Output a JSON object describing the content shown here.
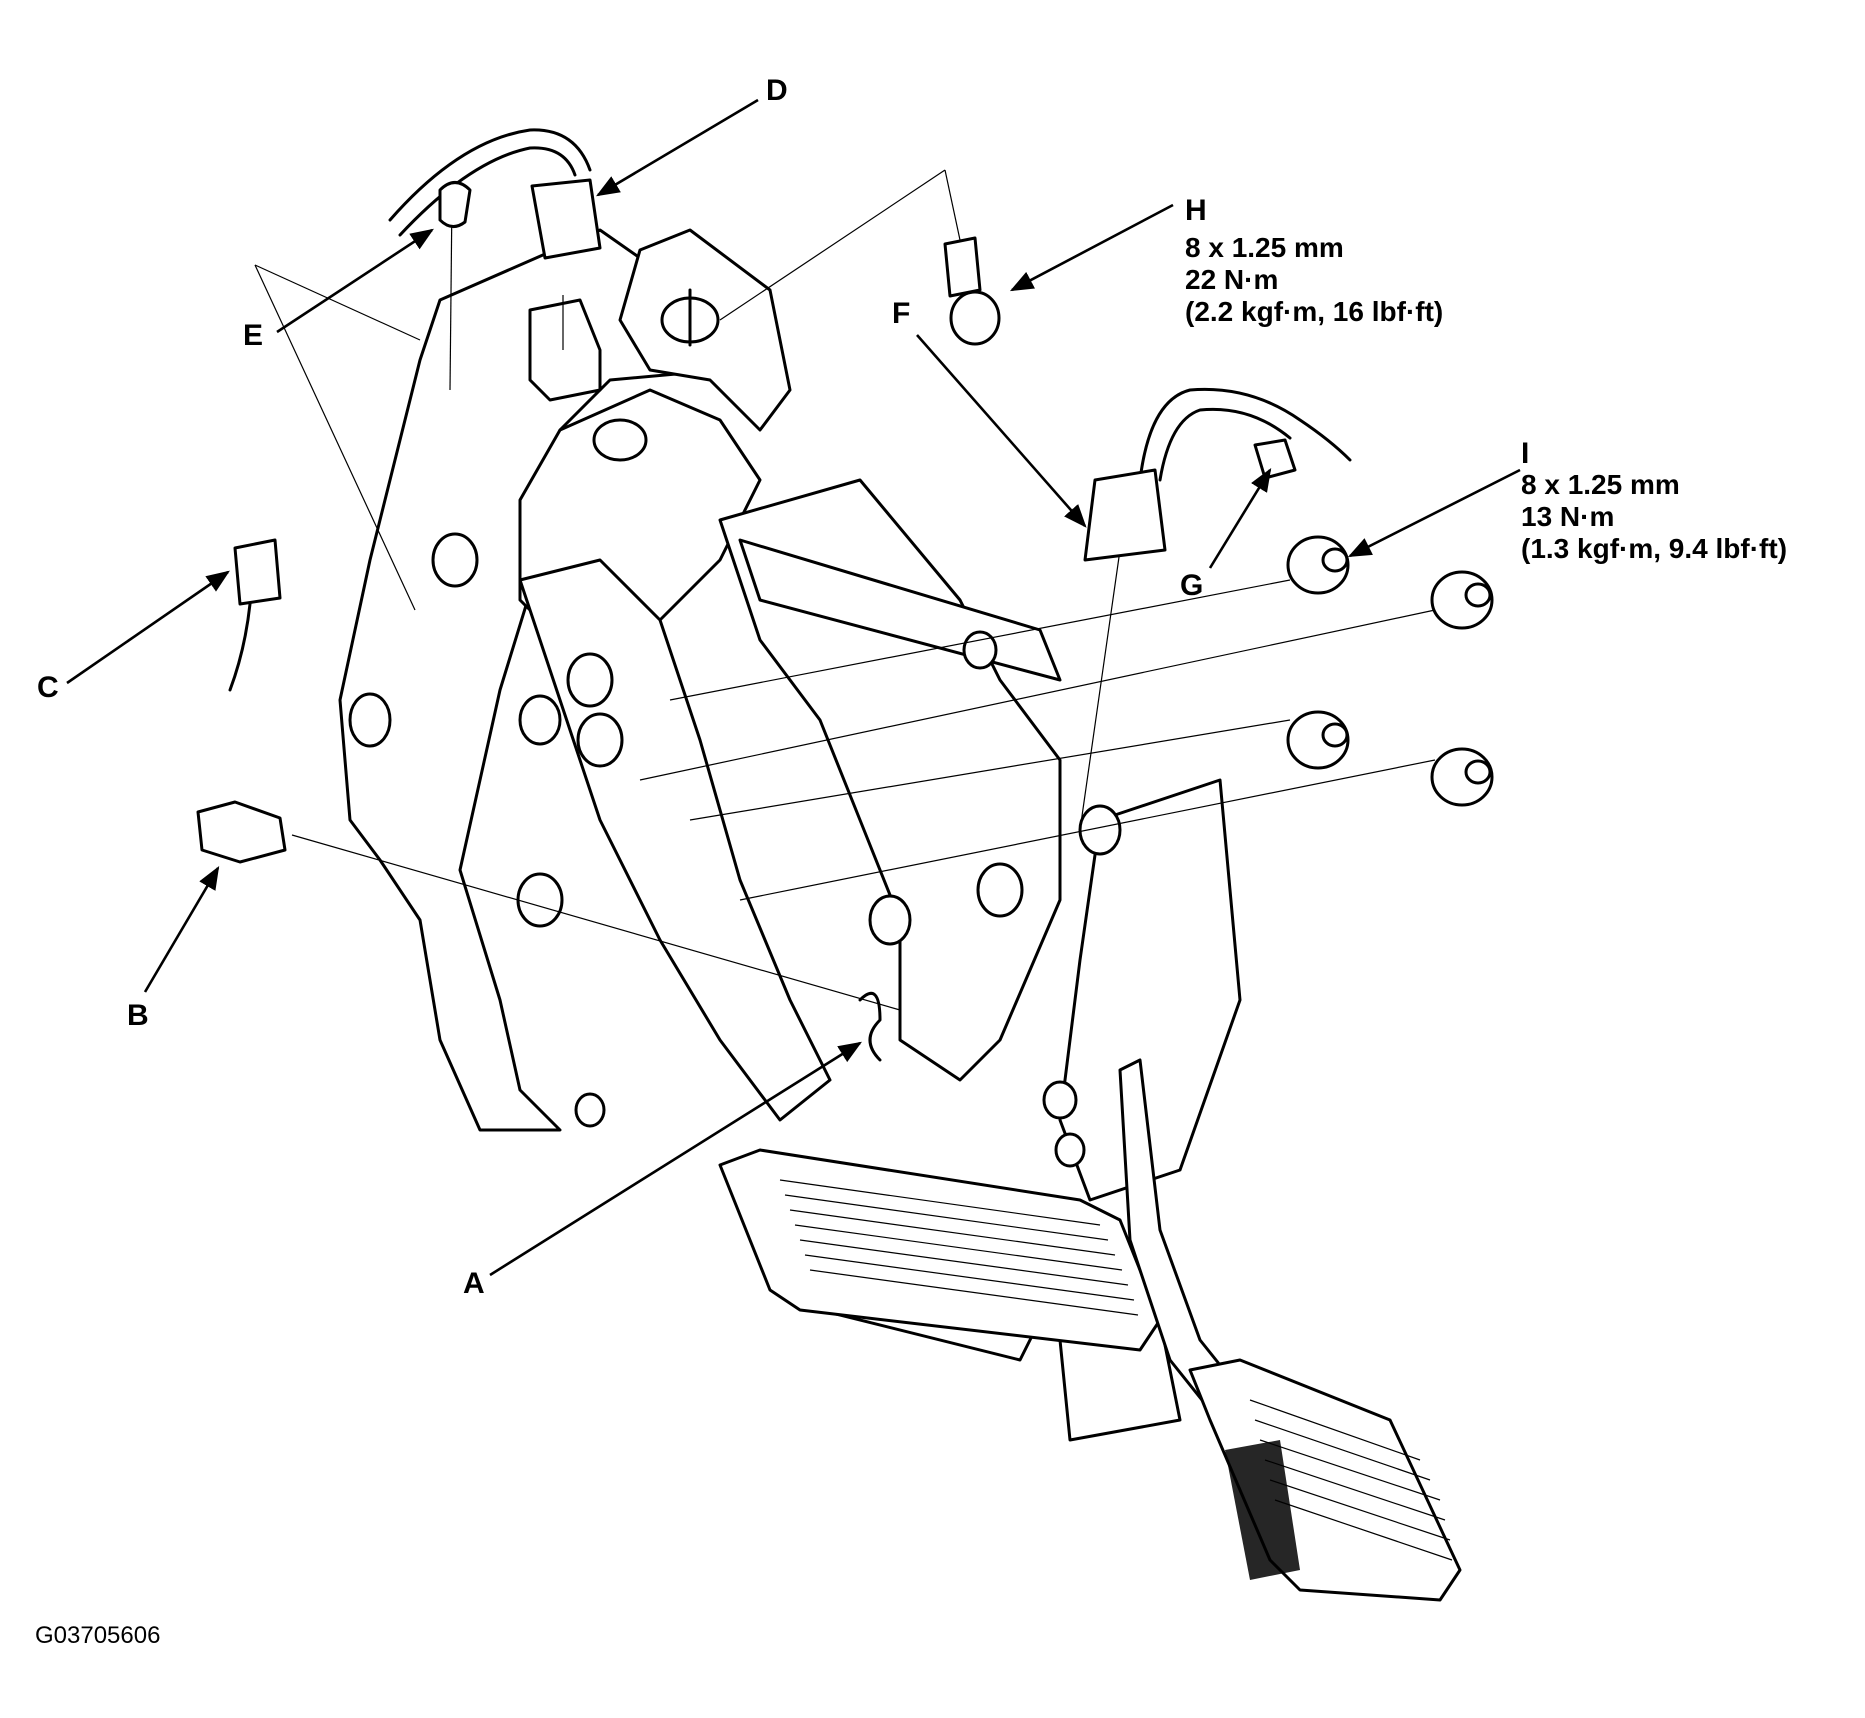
{
  "figure_id": "G03705606",
  "callouts": {
    "A": "A",
    "B": "B",
    "C": "C",
    "D": "D",
    "E": "E",
    "F": "F",
    "G": "G",
    "H": "H",
    "I": "I"
  },
  "specs": {
    "H": [
      "8 x 1.25 mm",
      "22 N·m",
      "(2.2 kgf·m, 16 lbf·ft)"
    ],
    "I": [
      "8 x 1.25 mm",
      "13 N·m",
      "(1.3 kgf·m, 9.4 lbf·ft)"
    ]
  }
}
